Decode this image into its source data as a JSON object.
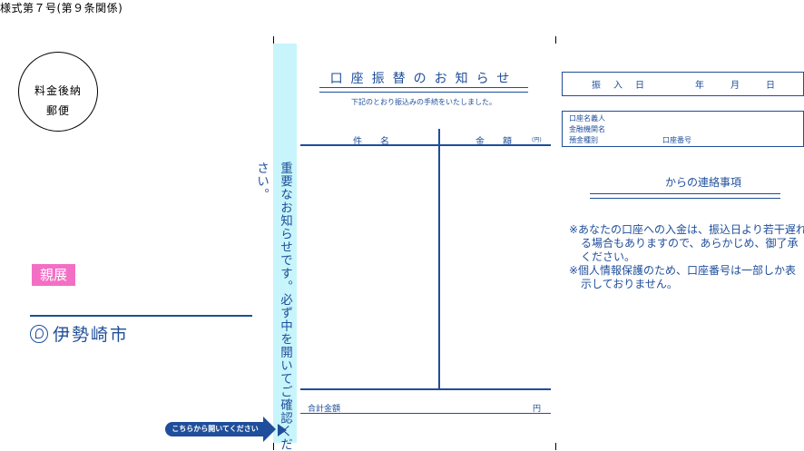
{
  "header": {
    "form_label": "様式第７号(第９条関係)"
  },
  "stamp": {
    "line1": "料金後納",
    "line2": "郵便"
  },
  "badge": {
    "label": "親展"
  },
  "sender": {
    "city": "伊勢崎市",
    "logo_icon": "city-emblem-icon"
  },
  "strip": {
    "vertical_notice": "重要なお知らせです。必ず中を開いてご確認ください。",
    "open_here": "こちらから開いてください"
  },
  "notice": {
    "title": "口座振替のお知らせ",
    "subtitle": "下記のとおり振込みの手続をいたしました。",
    "table": {
      "col_item": "件　　名",
      "col_amount": "金　　額",
      "unit": "(円)",
      "total_label": "合計金額",
      "total_unit": "円"
    }
  },
  "right": {
    "transfer_date_label": "振　入　日",
    "year": "年",
    "month": "月",
    "day": "日",
    "account_holder": "口座名義人",
    "bank_name": "金融機関名",
    "deposit_type": "預金種別",
    "account_number": "口座番号",
    "renraku_title": "からの連絡事項",
    "notes": [
      "※あなたの口座への入金は、振込日より若干遅れる場合もありますので、あらかじめ、御了承ください。",
      "※個人情報保護のため、口座番号は一部しか表示しておりません。"
    ]
  },
  "colors": {
    "accent": "#1f4e9a",
    "strip": "#c8f5fb",
    "badge": "#f36fc4"
  }
}
